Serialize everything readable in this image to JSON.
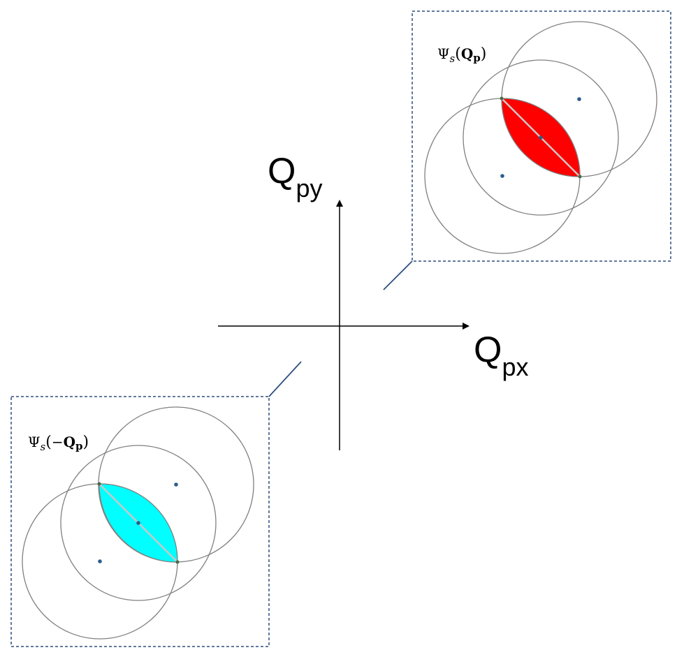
{
  "axes": {
    "x_label_main": "Q",
    "x_label_sub": "px",
    "y_label_main": "Q",
    "y_label_sub": "py"
  },
  "insets": [
    {
      "id": "positive",
      "label_psi": "Ψ",
      "label_sub": "s",
      "label_open": "(",
      "label_sign": "",
      "label_q": "Q",
      "label_qsub": "p",
      "label_close": ")",
      "fill_color": "#ff0000"
    },
    {
      "id": "negative",
      "label_psi": "Ψ",
      "label_sub": "s",
      "label_open": "(",
      "label_sign": "−",
      "label_q": "Q",
      "label_qsub": "p",
      "label_close": ")",
      "fill_color": "#00ffff"
    }
  ],
  "colors": {
    "axis": "#000000",
    "frame": "#2f4f7f",
    "circle": "#808080",
    "dot": "#2e5c8a"
  }
}
